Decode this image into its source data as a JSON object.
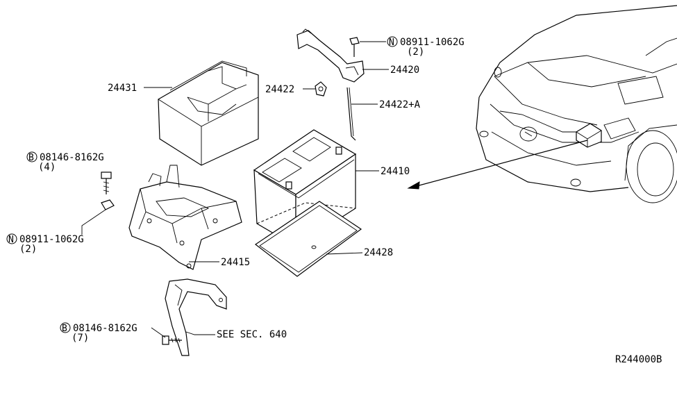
{
  "diagram_id": "R244000B",
  "parts": {
    "p24431": "24431",
    "p24422": "24422",
    "p24420": "24420",
    "p24422a": "24422+A",
    "p24410": "24410",
    "p24428": "24428",
    "p24415": "24415",
    "see_sec": "SEE SEC. 640"
  },
  "fasteners": {
    "bolt_top": {
      "prefix": "B",
      "number": "08146-8162G",
      "qty": "(4)"
    },
    "nut_left": {
      "prefix": "N",
      "number": "08911-1062G",
      "qty": "(2)"
    },
    "nut_top": {
      "prefix": "N",
      "number": "08911-1062G",
      "qty": "(2)"
    },
    "bolt_bottom": {
      "prefix": "B",
      "number": "08146-8162G",
      "qty": "(7)"
    }
  }
}
